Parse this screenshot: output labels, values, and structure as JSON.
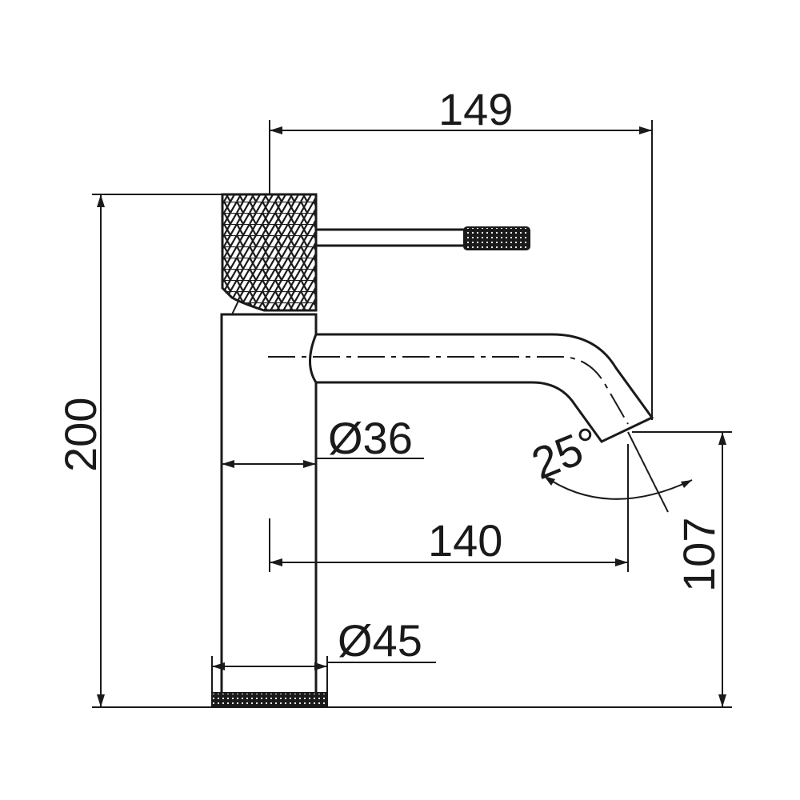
{
  "drawing": {
    "dimensions": {
      "spout_reach": "149",
      "total_height": "200",
      "body_diameter": "Ø36",
      "spout_length": "140",
      "spout_angle": "25°",
      "spout_outlet_height": "107",
      "base_diameter": "Ø45"
    },
    "colors": {
      "ink": "#1a1a1a",
      "background": "#ffffff"
    }
  }
}
